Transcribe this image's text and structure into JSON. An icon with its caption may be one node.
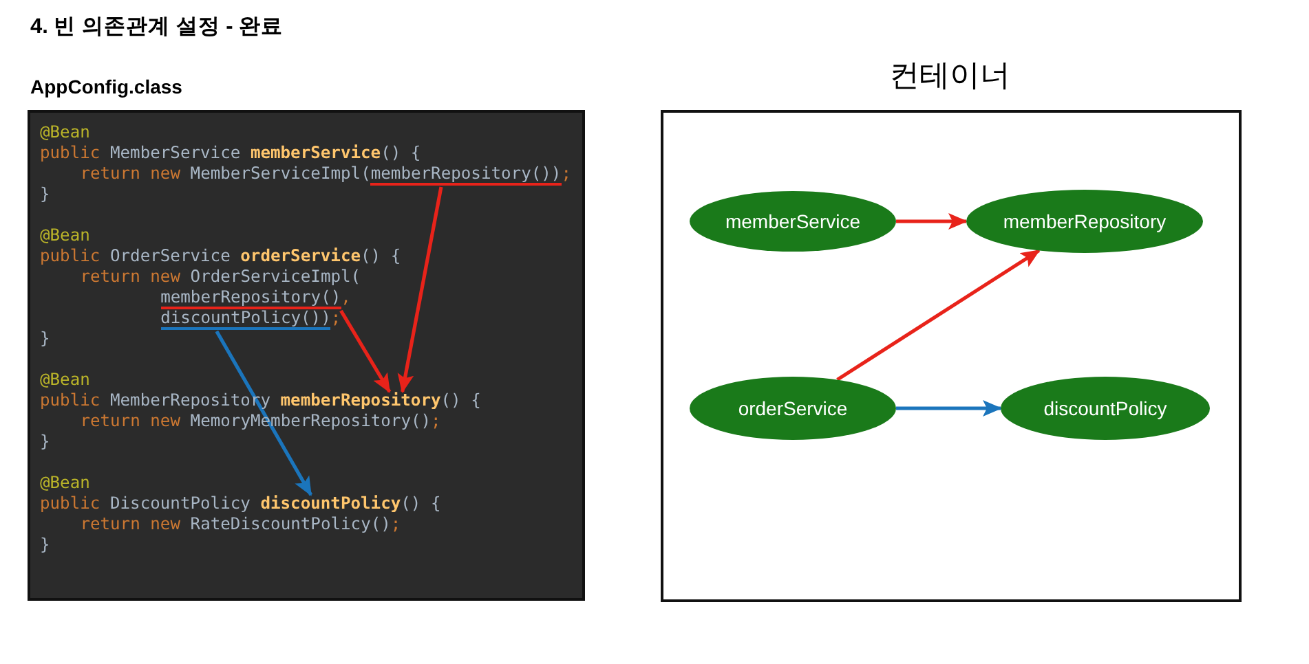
{
  "diagram": {
    "title": "4. 빈 의존관계 설정 - 완료",
    "nodes": [
      {
        "text": [
          "AppConfig.class"
        ]
      },
      {
        "text": [
          "memberRepository())"
        ],
        "in": 0
      },
      {
        "text": [
          "memberRepository()"
        ],
        "in": 0
      },
      {
        "text": [
          "discountPolicy())"
        ],
        "in": 0
      },
      {
        "text": [
          "memberRepository"
        ],
        "in": 0
      },
      {
        "text": [
          "discountPolicy"
        ],
        "in": 0
      },
      {
        "text": [
          "컨테이너"
        ]
      },
      {
        "text": [
          "memberService"
        ],
        "in": 6
      },
      {
        "text": [
          "memberRepository"
        ],
        "in": 6
      },
      {
        "text": [
          "orderService"
        ],
        "in": 6
      },
      {
        "text": [
          "discountPolicy"
        ],
        "in": 6
      }
    ],
    "edges": [
      {
        "from": 1,
        "to": 4,
        "arrow": "to"
      },
      {
        "from": 2,
        "to": 4,
        "arrow": "to"
      },
      {
        "from": 3,
        "to": 5,
        "arrow": "to",
        "color": "#1b75bc"
      },
      {
        "from": 7,
        "to": 8,
        "arrow": "to"
      },
      {
        "from": 9,
        "to": 8,
        "arrow": "to"
      },
      {
        "from": 9,
        "to": 10,
        "arrow": "to",
        "color": "#1b75bc"
      }
    ],
    "labels": [
      "@Bean",
      "public",
      "MemberService",
      "memberService",
      "() {",
      "return new",
      "MemberServiceImpl(",
      ";",
      "}",
      "@Bean",
      "public",
      "OrderService",
      "orderService",
      "() {",
      "return new",
      "OrderServiceImpl(",
      ",",
      ";",
      "}",
      "@Bean",
      "public",
      "MemberRepository",
      "() {",
      "return new",
      "MemoryMemberRepository()",
      ";",
      "}",
      "@Bean",
      "public",
      "DiscountPolicy",
      "() {",
      "return new",
      "RateDiscountPolicy()",
      ";",
      "}"
    ]
  }
}
